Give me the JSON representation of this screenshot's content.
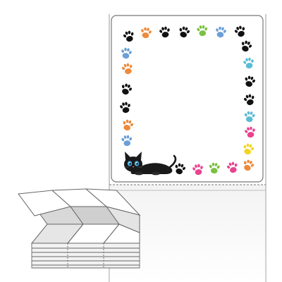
{
  "product": {
    "label_style": "paw-print-frame",
    "paw_colors": [
      "#111111",
      "#ee8a3c",
      "#6b9fd6",
      "#7bc043",
      "#5bbcd6",
      "#e8438f",
      "#f2d41e"
    ],
    "cat": {
      "body_color": "#1a1a1a",
      "eye_color": "#4fb6e8",
      "nose_color": "#e87fa8"
    },
    "label_count_shown_on_roll": 1,
    "fanfold_stack": {
      "top_sheets_visible": 3,
      "stack_sheets_visible": 3
    }
  },
  "icons": {
    "paw": "paw-print-icon",
    "cat": "lying-cat-illustration"
  }
}
